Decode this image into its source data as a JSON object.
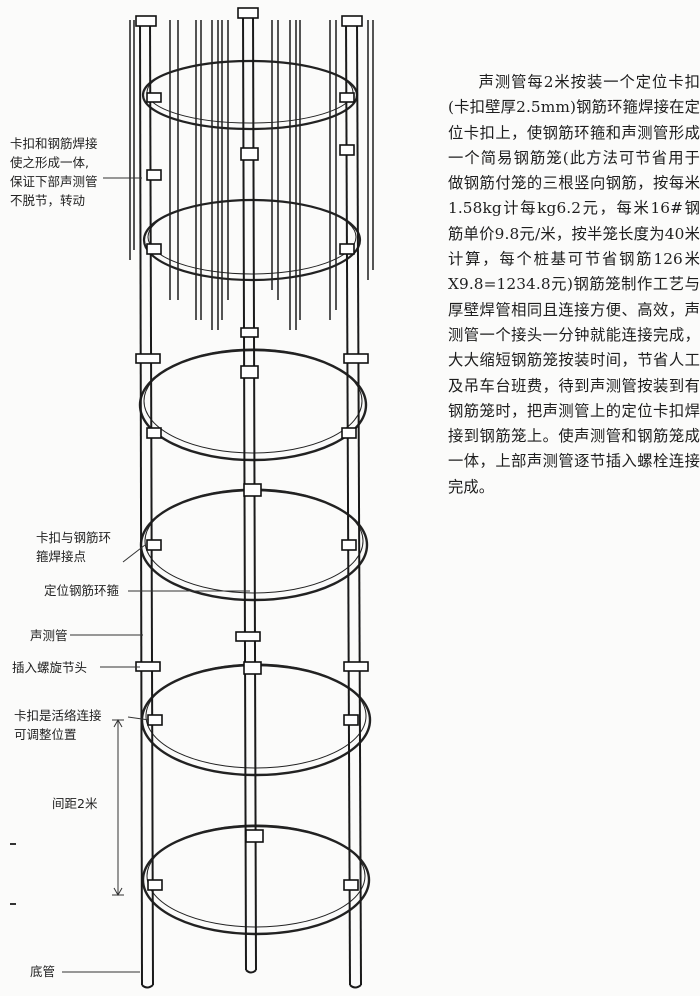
{
  "labels": {
    "weld_note": [
      "卡扣和钢筋焊接",
      "使之形成一体,",
      "保证下部声测管",
      "不脱节，转动"
    ],
    "clip_ring_weld": [
      "卡扣与钢筋环",
      "箍焊接点"
    ],
    "positioning_hoop": "定位钢筋环箍",
    "sonic_pipe": "声测管",
    "thread_joint": "插入螺旋节头",
    "adjustable_clip": [
      "卡扣是活络连接",
      "可调整位置"
    ],
    "spacing": "间距2米",
    "bottom_pipe": "底管"
  },
  "description": "声测管每2米按装一个定位卡扣(卡扣壁厚2.5mm)钢筋环箍焊接在定位卡扣上，使钢筋环箍和声测管形成一个简易钢筋笼(此方法可节省用于做钢筋付笼的三根竖向钢筋，按每米1.58kg计每kg6.2元，每米16#钢筋单价9.8元/米，按半笼长度为40米计算，每个桩基可节省钢筋126米X9.8=1234.8元)钢筋笼制作工艺与厚壁焊管相同且连接方便、高效，声测管一个接头一分钟就能连接完成，大大缩短钢筋笼按装时间，节省人工及吊车台班费，待到声测管按装到有钢筋笼时，把声测管上的定位卡扣焊接到钢筋笼上。使声测管和钢筋笼成一体，上部声测管逐节插入螺栓连接完成。",
  "colors": {
    "ink": "#1a1a1a",
    "paper": "#fbfbfa"
  }
}
